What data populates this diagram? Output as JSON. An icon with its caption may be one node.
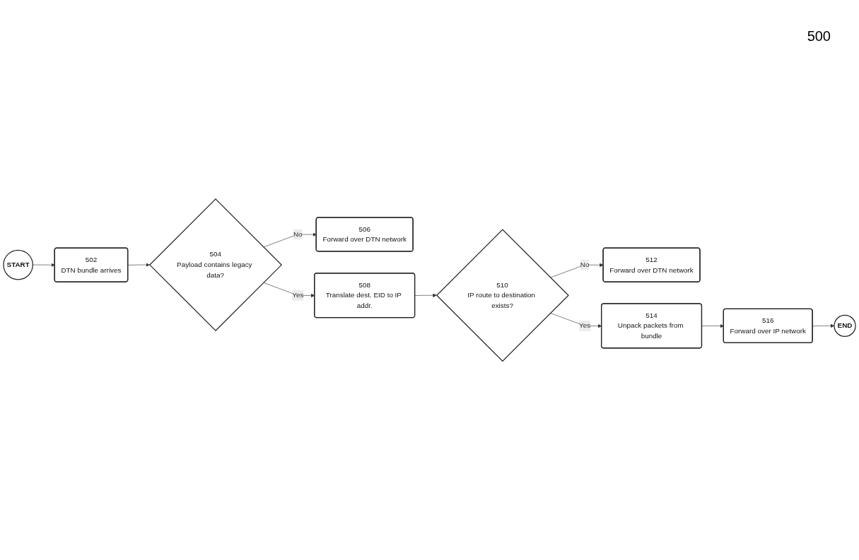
{
  "diagram": {
    "nodes": [
      {
        "text": [
          "START"
        ]
      },
      {
        "text": [
          "502",
          "DTN bundle arrives"
        ]
      },
      {
        "text": [
          "504",
          "Payload contains legacy data?"
        ]
      },
      {
        "text": [
          "506",
          "Forward over DTN network"
        ]
      },
      {
        "text": [
          "508",
          "Translate dest. EID to IP addr."
        ]
      },
      {
        "text": [
          "510",
          "IP route to destination exists?"
        ]
      },
      {
        "text": [
          "512",
          "Forward over DTN network"
        ]
      },
      {
        "text": [
          "514",
          "Unpack packets from bundle"
        ]
      },
      {
        "text": [
          "516",
          "Forward over IP network"
        ]
      },
      {
        "text": [
          "END"
        ]
      }
    ],
    "edges": [
      {
        "from": 0,
        "to": 1,
        "arrow": "to"
      },
      {
        "from": 1,
        "to": 2,
        "arrow": "to"
      },
      {
        "from": 2,
        "to": 3,
        "label": "No",
        "arrow": "to"
      },
      {
        "from": 2,
        "to": 4,
        "label": "Yes",
        "arrow": "to"
      },
      {
        "from": 4,
        "to": 5,
        "arrow": "to"
      },
      {
        "from": 5,
        "to": 6,
        "label": "No",
        "arrow": "to"
      },
      {
        "from": 5,
        "to": 7,
        "label": "Yes",
        "arrow": "to"
      },
      {
        "from": 7,
        "to": 8,
        "arrow": "to"
      },
      {
        "from": 8,
        "to": 9,
        "arrow": "to"
      }
    ],
    "labels": [
      "500"
    ]
  }
}
